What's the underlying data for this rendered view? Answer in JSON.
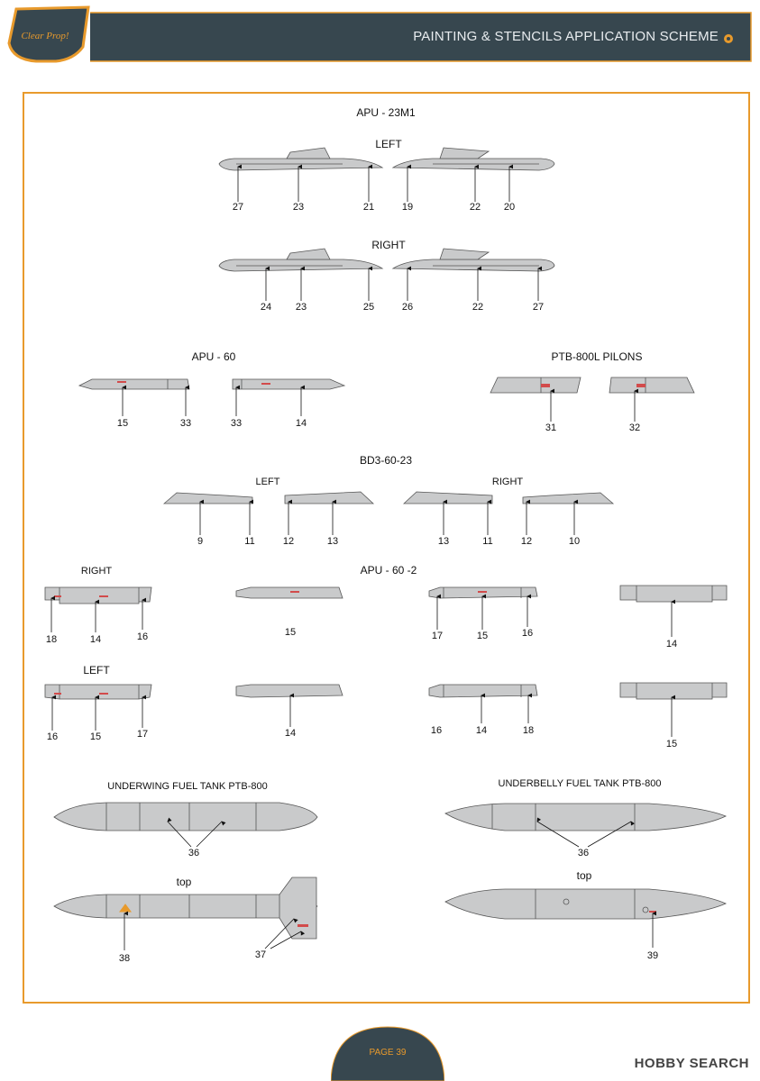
{
  "header": {
    "title": "PAINTING & STENCILS APPLICATION SCHEME",
    "logo_text": "Clear Prop!",
    "bg_color": "#37474f",
    "accent_color": "#e89a2c"
  },
  "sections": {
    "apu23m1": {
      "title": "APU - 23M1",
      "left": "LEFT",
      "right": "RIGHT"
    },
    "apu60": {
      "title": "APU - 60"
    },
    "ptb800l": {
      "title": "PTB-800L PILONS"
    },
    "bd3": {
      "title": "BD3-60-23",
      "left": "LEFT",
      "right": "RIGHT"
    },
    "apu602": {
      "title": "APU - 60 -2",
      "right": "RIGHT",
      "left": "LEFT"
    },
    "underwing": {
      "title": "UNDERWING FUEL TANK PTB-800",
      "top": "top"
    },
    "underbelly": {
      "title": "UNDERBELLY FUEL TANK PTB-800",
      "top": "top"
    }
  },
  "callouts": {
    "a1": [
      "27",
      "23",
      "21",
      "19",
      "22",
      "20"
    ],
    "a2": [
      "24",
      "23",
      "25",
      "26",
      "22",
      "27"
    ],
    "b1": [
      "15",
      "33",
      "33",
      "14"
    ],
    "b2": [
      "31",
      "32"
    ],
    "c1": [
      "9",
      "11",
      "12",
      "13",
      "13",
      "11",
      "12",
      "10"
    ],
    "d1": [
      "18",
      "14",
      "16",
      "15",
      "17",
      "15",
      "16",
      "14"
    ],
    "d2": [
      "16",
      "15",
      "17",
      "14",
      "16",
      "14",
      "18",
      "15"
    ],
    "e1": [
      "36",
      "36"
    ],
    "e2": [
      "38",
      "37",
      "39"
    ]
  },
  "footer": {
    "page": "PAGE 39",
    "watermark": "HOBBY SEARCH"
  }
}
